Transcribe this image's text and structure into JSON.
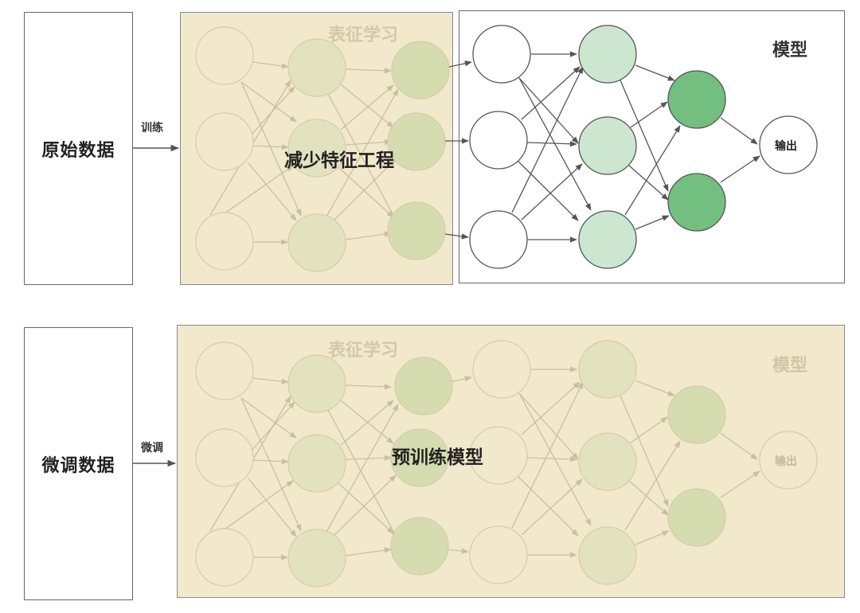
{
  "top_row": {
    "input_label": "原始数据",
    "arrow_label": "训练",
    "repr_box_label": "表征学习",
    "repr_overlay_label": "减少特征工程",
    "model_box_label": "模型",
    "output_node_label": "输出"
  },
  "bottom_row": {
    "input_label": "微调数据",
    "arrow_label": "微调",
    "repr_box_label": "表征学习",
    "model_box_label": "模型",
    "overlay_label": "预训练模型",
    "output_node_label": "输出"
  },
  "colors": {
    "beige_background": "#f2e8cc",
    "faded_node_l2": "#e3e2bf",
    "faded_node_l3": "#d5dcb0",
    "model_node_l2": "#cce6d0",
    "model_node_l3": "#72bf80",
    "edge_dark": "#555555",
    "edge_faded": "#c9bfa0"
  }
}
